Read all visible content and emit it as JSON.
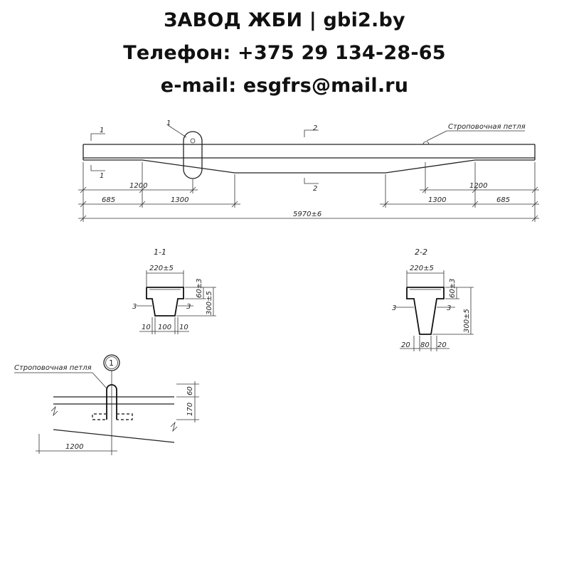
{
  "header": {
    "line1": "ЗАВОД ЖБИ | gbi2.by",
    "line2": "Телефон: +375 29 134-28-65",
    "line3": "e-mail: esgfrs@mail.ru"
  },
  "beam": {
    "lifting_loop_label": "Строповочная петля",
    "callout_number": "1",
    "section_mark_1": "1",
    "section_mark_2": "2",
    "dims": {
      "left_1200": "1200",
      "left_685": "685",
      "left_1300": "1300",
      "right_1300": "1300",
      "right_685": "685",
      "right_1200": "1200",
      "total": "5970±6"
    }
  },
  "section_1": {
    "title": "1-1",
    "width": "220±5",
    "top_height": "60±3",
    "total_height": "300±5",
    "offset_left": "3",
    "offset_right": "3",
    "bottom_dims": [
      "10",
      "100",
      "10"
    ]
  },
  "section_2": {
    "title": "2-2",
    "width": "220±5",
    "top_height": "60±3",
    "total_height": "300±5",
    "offset_left": "3",
    "offset_right": "3",
    "bottom_dims": [
      "20",
      "80",
      "20"
    ]
  },
  "detail": {
    "callout_number": "1",
    "lifting_loop_label": "Строповочная петля",
    "dim_60": "60",
    "dim_170": "170",
    "dim_1200": "1200"
  }
}
